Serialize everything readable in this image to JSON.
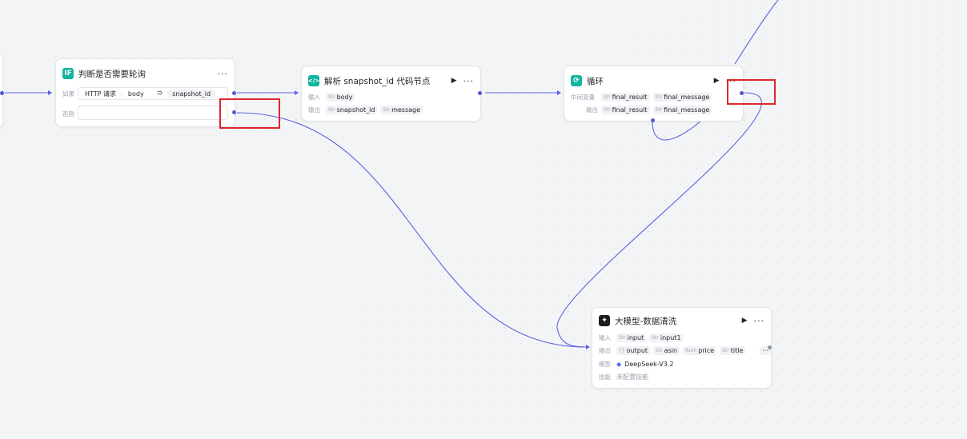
{
  "canvas": {
    "edge_color": "#5b62e0",
    "highlight_color": "#e0262b",
    "accent": "#12b5a0"
  },
  "nodes": {
    "condition": {
      "icon": "if-icon",
      "icon_text": "IF",
      "title": "判断是否需要轮询",
      "more": "···",
      "if_label": "如果",
      "cond_source": "HTTP 请求",
      "cond_sep": "-",
      "cond_field": "body",
      "cond_operator": "⊃",
      "cond_value": "snapshot_id",
      "else_label": "否则"
    },
    "code": {
      "icon": "code-icon",
      "icon_text": "</>",
      "title": "解析 snapshot_id 代码节点",
      "run": "▶",
      "more": "···",
      "input_label": "输入",
      "input_type": "Str",
      "input_name": "body",
      "output_label": "输出",
      "outputs": [
        {
          "type": "Str",
          "name": "snapshot_id"
        },
        {
          "type": "Str",
          "name": "message"
        }
      ]
    },
    "loop": {
      "icon": "loop-icon",
      "title": "循环",
      "run": "▶",
      "more": "···",
      "vars_label": "中间变量",
      "vars": [
        {
          "type": "Str",
          "name": "final_result"
        },
        {
          "type": "Str",
          "name": "final_message"
        }
      ],
      "output_label": "输出",
      "outputs": [
        {
          "type": "Str",
          "name": "final_result"
        },
        {
          "type": "Str",
          "name": "final_message"
        }
      ]
    },
    "llm": {
      "icon": "llm-icon",
      "title": "大模型-数据清洗",
      "run": "▶",
      "more": "···",
      "input_label": "输入",
      "inputs": [
        {
          "type": "Str",
          "name": "input"
        },
        {
          "type": "Str",
          "name": "input1"
        }
      ],
      "output_label": "输出",
      "outputs": [
        {
          "type": "{}",
          "name": "output"
        },
        {
          "type": "Str",
          "name": "asin"
        },
        {
          "type": "Num",
          "name": "price"
        },
        {
          "type": "Str",
          "name": "title"
        }
      ],
      "outputs_more": "···",
      "model_label": "模型",
      "model_name": "DeepSeek-V3.2",
      "skill_label": "技能",
      "skill_value": "未配置技能"
    }
  }
}
